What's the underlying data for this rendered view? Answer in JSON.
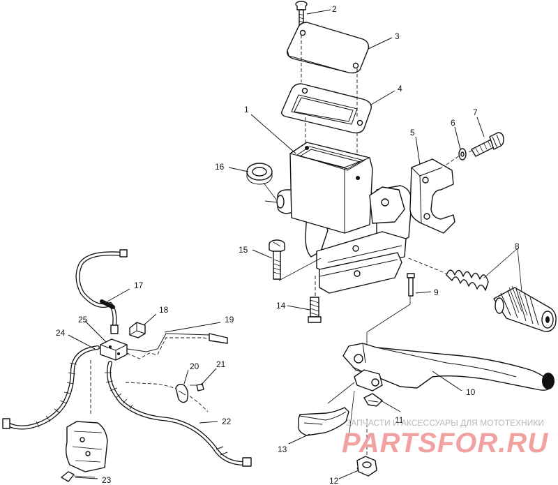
{
  "callouts": [
    {
      "n": "1"
    },
    {
      "n": "2"
    },
    {
      "n": "3"
    },
    {
      "n": "4"
    },
    {
      "n": "5"
    },
    {
      "n": "6"
    },
    {
      "n": "7"
    },
    {
      "n": "8"
    },
    {
      "n": "9"
    },
    {
      "n": "10"
    },
    {
      "n": "11"
    },
    {
      "n": "12"
    },
    {
      "n": "13"
    },
    {
      "n": "14"
    },
    {
      "n": "15"
    },
    {
      "n": "16"
    },
    {
      "n": "17"
    },
    {
      "n": "18"
    },
    {
      "n": "19"
    },
    {
      "n": "20"
    },
    {
      "n": "21"
    },
    {
      "n": "22"
    },
    {
      "n": "23"
    },
    {
      "n": "24"
    },
    {
      "n": "25"
    }
  ],
  "watermark": {
    "tagline": "ЗАПЧАСТИ И АКСЕССУАРЫ ДЛЯ МОТОТЕХНИКИ",
    "brand": "PARTSFOR.RU"
  }
}
